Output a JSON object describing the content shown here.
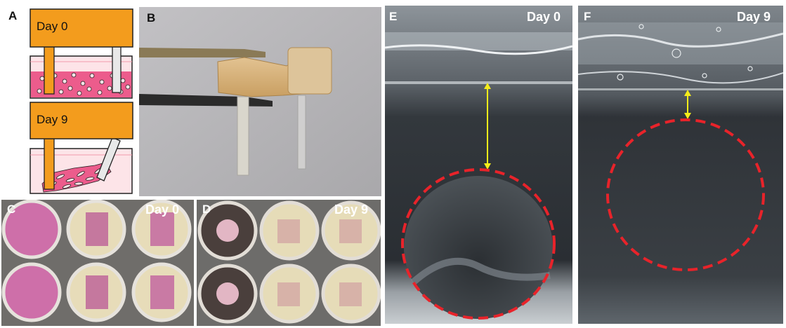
{
  "panels": {
    "a": {
      "label": "A",
      "top_day": "Day 0",
      "bottom_day": "Day 9"
    },
    "b": {
      "label": "B"
    },
    "c": {
      "label": "C",
      "day": "Day 0"
    },
    "d": {
      "label": "D",
      "day": "Day 9"
    },
    "e": {
      "label": "E",
      "day": "Day 0"
    },
    "f": {
      "label": "F",
      "day": "Day 9"
    }
  },
  "colors": {
    "holder_orange": "#f39c1d",
    "medium_pink": "#ec5c8c",
    "well_pink_light": "#fbe3e6",
    "dashed_circle": "#e8232a",
    "arrow_yellow": "#f5ec1a"
  }
}
